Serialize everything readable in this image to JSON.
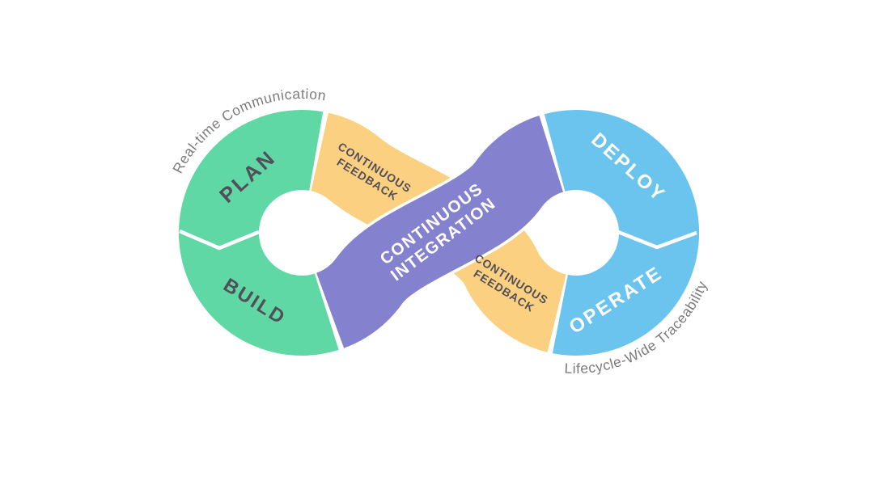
{
  "diagram": {
    "type": "devops-infinity-loop",
    "segments": {
      "plan": {
        "label": "PLAN"
      },
      "build": {
        "label": "BUILD"
      },
      "deploy": {
        "label": "DEPLOY"
      },
      "operate": {
        "label": "OPERATE"
      }
    },
    "bands": {
      "continuous_integration": {
        "line1": "CONTINUOUS",
        "line2": "INTEGRATION"
      },
      "continuous_feedback_left": {
        "line1": "CONTINUOUS",
        "line2": "FEEDBACK"
      },
      "continuous_feedback_right": {
        "line1": "CONTINUOUS",
        "line2": "FEEDBACK"
      }
    },
    "annotations": {
      "top_left": "Real-time Communication",
      "bottom_right": "Lifecycle-Wide Traceability"
    },
    "colors": {
      "green": "#5fd8a5",
      "yellow": "#fbd181",
      "purple": "#8481cf",
      "blue": "#6ac4ee",
      "dark_text": "#534f58",
      "white": "#ffffff",
      "annotation_gray": "#7c7c7c",
      "background": "#ffffff"
    }
  }
}
